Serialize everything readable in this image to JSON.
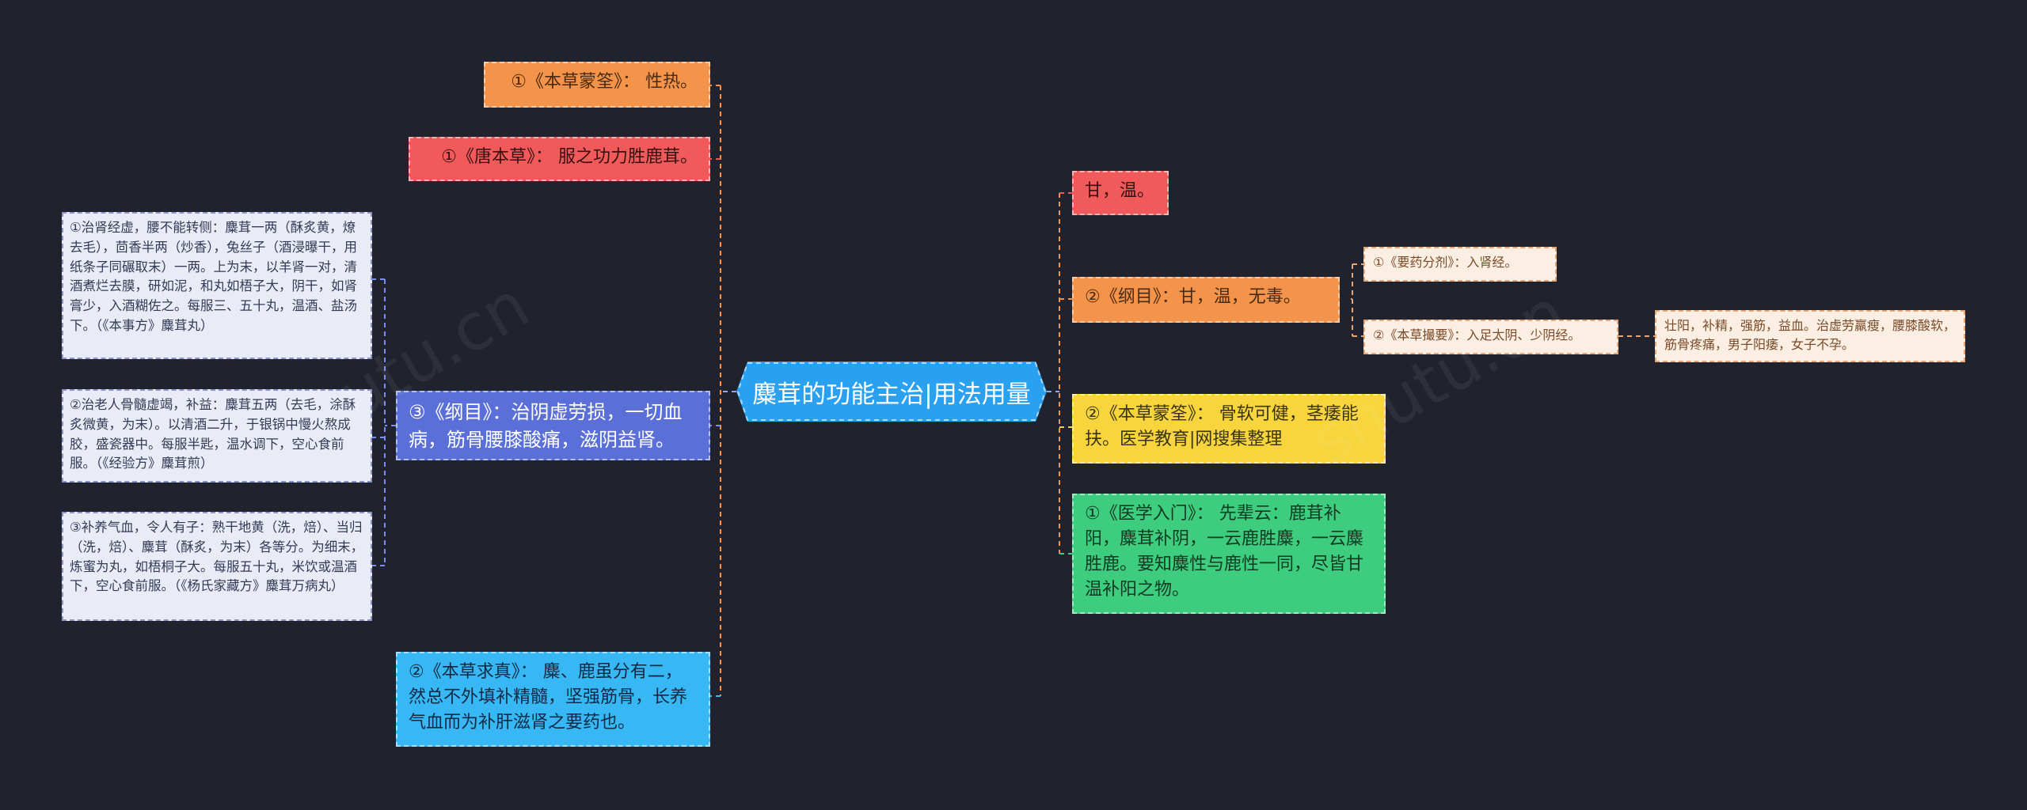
{
  "central_topic": "麋茸的功能主治|用法用量",
  "left": {
    "nature": "①《本草蒙筌》： 性热。",
    "tang_bencao": "①《唐本草》： 服之功力胜鹿茸。",
    "gangmu_indication": "③《纲目》：治阴虚劳损，一切血病，筋骨腰膝酸痛，滋阴益肾。",
    "qiuzhen": "②《本草求真》： 麋、鹿虽分有二，然总不外填补精髓，坚强筋骨，长养气血而为补肝滋肾之要药也。",
    "prescriptions": [
      "①治肾经虚，腰不能转侧：麋茸一两（酥炙黄，燎去毛），茴香半两（炒香），兔丝子（酒浸曝干，用纸条子同碾取末）一两。上为末，以羊肾一对，清酒煮烂去膜，研如泥，和丸如梧子大，阴干，如肾膏少，入酒糊佐之。每服三、五十丸，温酒、盐汤下。（《本事方》麋茸丸）",
      "②治老人骨髓虚竭，补益：麋茸五两（去毛，涂酥炙微黄，为末）。以清酒二升，于银锅中慢火熬成胶，盛瓷器中。每服半匙，温水调下，空心食前服。（《经验方》麋茸煎）",
      "③补养气血，令人有子：熟干地黄（洗，焙）、当归（洗，焙）、麋茸（酥炙，为末）各等分。为细末，炼蜜为丸，如梧桐子大。每服五十丸，米饮或温酒下，空心食前服。（《杨氏家藏方》麋茸万病丸）"
    ]
  },
  "right": {
    "taste": "甘，温。",
    "gangmu_nature": "②《纲目》：甘，温，无毒。",
    "meridian_1": "①《要药分剂》：入肾经。",
    "meridian_2": "②《本草撮要》：入足太阴、少阴经。",
    "effects": "壮阳，补精，强筋，益血。治虚劳羸瘦，腰膝酸软，筋骨疼痛，男子阳痿，女子不孕。",
    "mengquan": "②《本草蒙筌》： 骨软可健，茎痿能扶。医学教育|网搜集整理",
    "rumen": "①《医学入门》： 先辈云：鹿茸补阳，麋茸补阴，一云鹿胜麋，一云麋胜鹿。要知麋性与鹿性一同，尽皆甘温补阳之物。"
  },
  "watermark": [
    "shutu.cn",
    "shutu.cn"
  ],
  "colors": {
    "background": "#20232e",
    "center": "#2aa0f0",
    "orange": "#f4934a",
    "red": "#f05a5a",
    "purple": "#5b6fd8",
    "cyan": "#37b8f4",
    "yellow": "#f8d53c",
    "green": "#3ecc7f"
  }
}
